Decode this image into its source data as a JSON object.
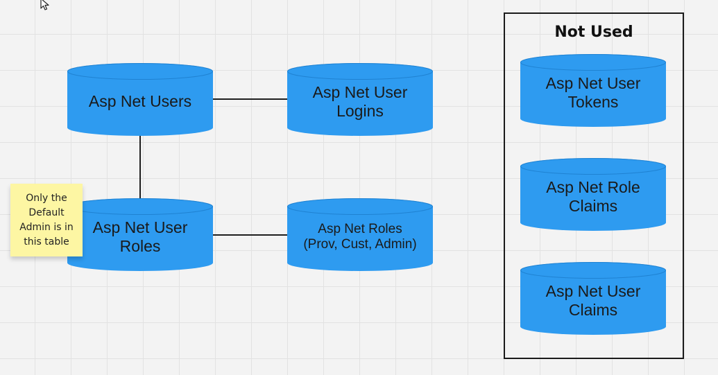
{
  "theme": {
    "cylinder_fill": "#2e9bf0",
    "cylinder_rim": "#1f82d2",
    "sticky_fill": "#fdf6a3",
    "canvas_bg": "#f3f3f3"
  },
  "tables": {
    "users": "Asp Net Users",
    "user_logins": "Asp Net User\nLogins",
    "user_roles": "Asp Net User\nRoles",
    "roles": "Asp Net Roles\n(Prov, Cust, Admin)",
    "user_tokens": "Asp Net User\nTokens",
    "role_claims": "Asp Net Role\nClaims",
    "user_claims": "Asp Net User\nClaims"
  },
  "group": {
    "title": "Not Used"
  },
  "sticky_note": {
    "text": "Only the\nDefault\nAdmin is in\nthis table"
  },
  "cursor": {
    "icon": "mouse-pointer-icon"
  }
}
